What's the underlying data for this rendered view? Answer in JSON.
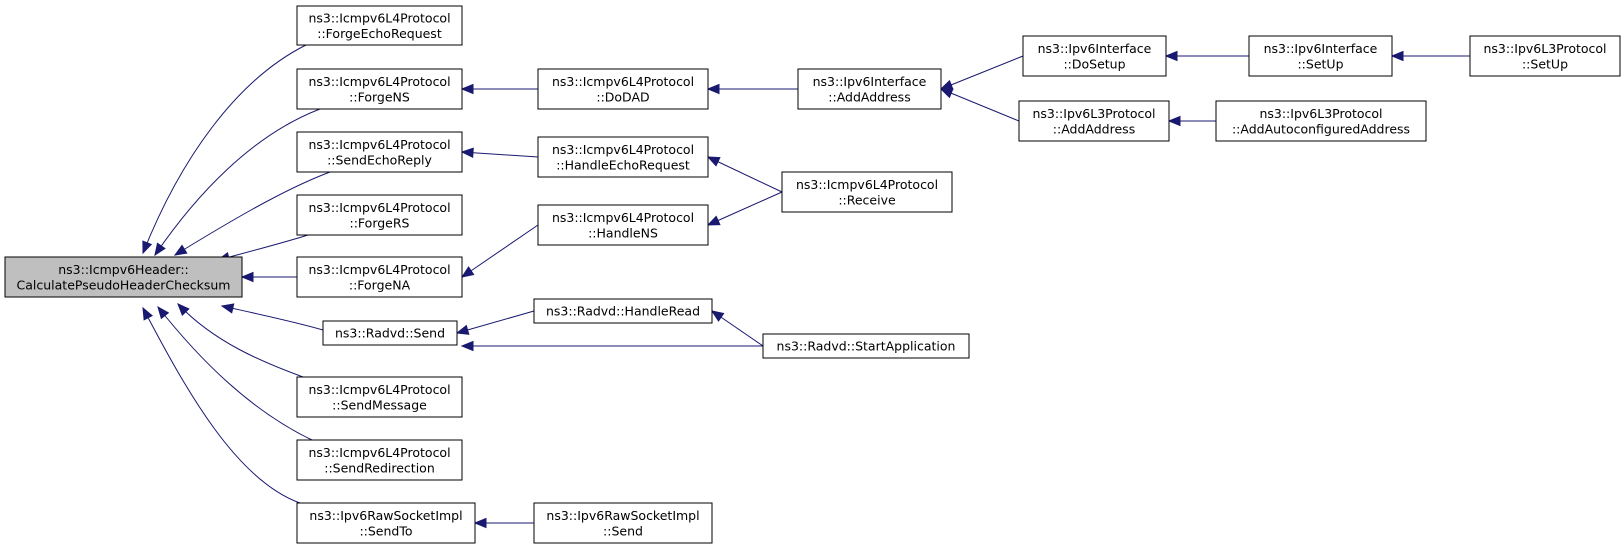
{
  "graph": {
    "nodes": [
      {
        "id": "root",
        "lines": [
          "ns3::Icmpv6Header::",
          "CalculatePseudoHeaderChecksum"
        ],
        "root": true
      },
      {
        "id": "fechoreq",
        "lines": [
          "ns3::Icmpv6L4Protocol",
          "::ForgeEchoRequest"
        ]
      },
      {
        "id": "fns",
        "lines": [
          "ns3::Icmpv6L4Protocol",
          "::ForgeNS"
        ]
      },
      {
        "id": "sechorep",
        "lines": [
          "ns3::Icmpv6L4Protocol",
          "::SendEchoReply"
        ]
      },
      {
        "id": "frs",
        "lines": [
          "ns3::Icmpv6L4Protocol",
          "::ForgeRS"
        ]
      },
      {
        "id": "fna",
        "lines": [
          "ns3::Icmpv6L4Protocol",
          "::ForgeNA"
        ]
      },
      {
        "id": "rsend",
        "lines": [
          "ns3::Radvd::Send"
        ]
      },
      {
        "id": "smsg",
        "lines": [
          "ns3::Icmpv6L4Protocol",
          "::SendMessage"
        ]
      },
      {
        "id": "sredir",
        "lines": [
          "ns3::Icmpv6L4Protocol",
          "::SendRedirection"
        ]
      },
      {
        "id": "rawto",
        "lines": [
          "ns3::Ipv6RawSocketImpl",
          "::SendTo"
        ]
      },
      {
        "id": "dodad",
        "lines": [
          "ns3::Icmpv6L4Protocol",
          "::DoDAD"
        ]
      },
      {
        "id": "hechoreq",
        "lines": [
          "ns3::Icmpv6L4Protocol",
          "::HandleEchoRequest"
        ]
      },
      {
        "id": "hns",
        "lines": [
          "ns3::Icmpv6L4Protocol",
          "::HandleNS"
        ]
      },
      {
        "id": "hread",
        "lines": [
          "ns3::Radvd::HandleRead"
        ]
      },
      {
        "id": "rawsend",
        "lines": [
          "ns3::Ipv6RawSocketImpl",
          "::Send"
        ]
      },
      {
        "id": "ifaddr",
        "lines": [
          "ns3::Ipv6Interface",
          "::AddAddress"
        ]
      },
      {
        "id": "recv",
        "lines": [
          "ns3::Icmpv6L4Protocol",
          "::Receive"
        ]
      },
      {
        "id": "startapp",
        "lines": [
          "ns3::Radvd::StartApplication"
        ]
      },
      {
        "id": "dosetup",
        "lines": [
          "ns3::Ipv6Interface",
          "::DoSetup"
        ]
      },
      {
        "id": "l3addr",
        "lines": [
          "ns3::Ipv6L3Protocol",
          "::AddAddress"
        ]
      },
      {
        "id": "ifsetup",
        "lines": [
          "ns3::Ipv6Interface",
          "::SetUp"
        ]
      },
      {
        "id": "autoaddr",
        "lines": [
          "ns3::Ipv6L3Protocol",
          "::AddAutoconfiguredAddress"
        ]
      },
      {
        "id": "l3setup",
        "lines": [
          "ns3::Ipv6L3Protocol",
          "::SetUp"
        ]
      }
    ],
    "edges": [
      {
        "from": "fechoreq",
        "to": "root"
      },
      {
        "from": "fns",
        "to": "root"
      },
      {
        "from": "sechorep",
        "to": "root"
      },
      {
        "from": "frs",
        "to": "root"
      },
      {
        "from": "fna",
        "to": "root"
      },
      {
        "from": "rsend",
        "to": "root"
      },
      {
        "from": "smsg",
        "to": "root"
      },
      {
        "from": "sredir",
        "to": "root"
      },
      {
        "from": "rawto",
        "to": "root"
      },
      {
        "from": "dodad",
        "to": "fns"
      },
      {
        "from": "hechoreq",
        "to": "sechorep"
      },
      {
        "from": "hns",
        "to": "fna"
      },
      {
        "from": "hread",
        "to": "rsend"
      },
      {
        "from": "startapp",
        "to": "rsend"
      },
      {
        "from": "rawsend",
        "to": "rawto"
      },
      {
        "from": "ifaddr",
        "to": "dodad"
      },
      {
        "from": "recv",
        "to": "hechoreq"
      },
      {
        "from": "recv",
        "to": "hns"
      },
      {
        "from": "startapp",
        "to": "hread"
      },
      {
        "from": "dosetup",
        "to": "ifaddr"
      },
      {
        "from": "l3addr",
        "to": "ifaddr"
      },
      {
        "from": "ifsetup",
        "to": "dosetup"
      },
      {
        "from": "autoaddr",
        "to": "l3addr"
      },
      {
        "from": "l3setup",
        "to": "ifsetup"
      }
    ]
  },
  "colors": {
    "edge": "#191970",
    "root_fill": "#bfbfbf",
    "node_fill": "#ffffff",
    "border": "#000000"
  }
}
